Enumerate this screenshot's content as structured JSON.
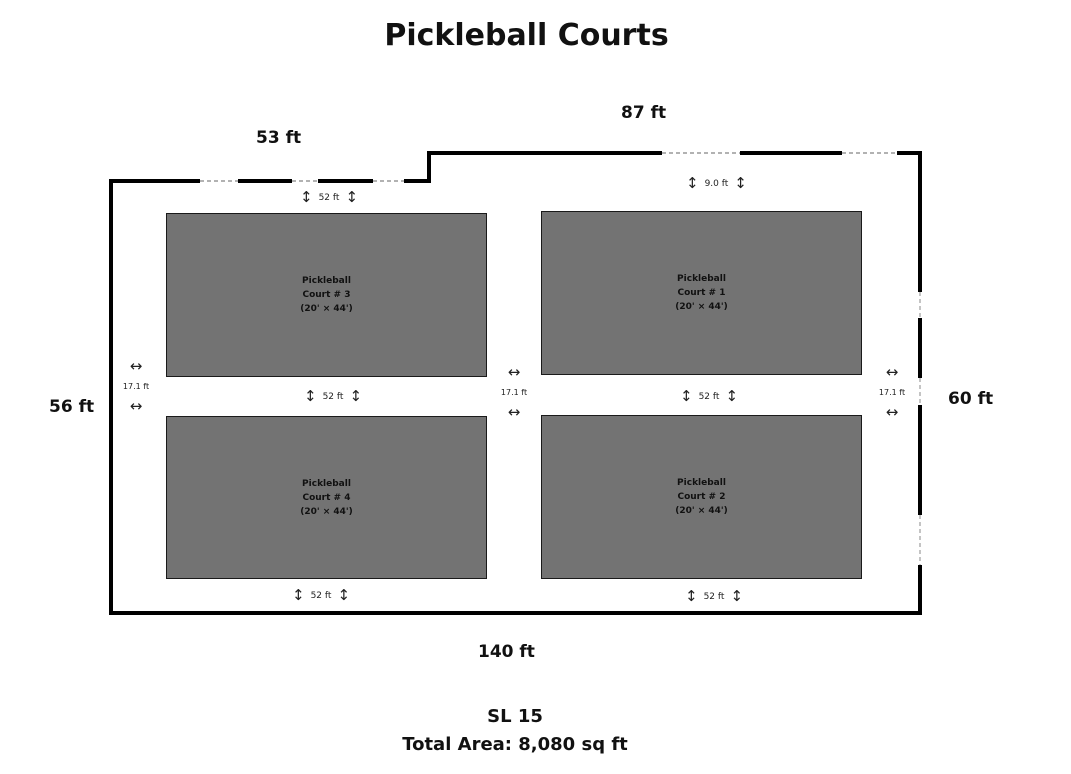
{
  "title": "Pickleball Courts",
  "dimensions": {
    "top_left_width": "53 ft",
    "top_right_width": "87 ft",
    "left_height": "56 ft",
    "right_height": "60 ft",
    "bottom_width": "140 ft"
  },
  "spacing": {
    "top_left": "52 ft",
    "top_right": "9.0 ft",
    "middle_left": "52 ft",
    "middle_right": "52 ft",
    "bottom_left": "52 ft",
    "bottom_right": "52 ft",
    "side_left": "17.1 ft",
    "side_center": "17.1 ft",
    "side_right": "17.1 ft"
  },
  "courts": [
    {
      "line1": "Pickleball",
      "line2": "Court # 3",
      "line3": "(20' × 44')"
    },
    {
      "line1": "Pickleball",
      "line2": "Court # 1",
      "line3": "(20' × 44')"
    },
    {
      "line1": "Pickleball",
      "line2": "Court # 4",
      "line3": "(20' × 44')"
    },
    {
      "line1": "Pickleball",
      "line2": "Court # 2",
      "line3": "(20' × 44')"
    }
  ],
  "footer": {
    "space_label": "SL 15",
    "total_area": "Total Area: 8,080 sq ft"
  },
  "icons": {
    "vertical_arrow": "↕",
    "horizontal_arrow": "↔"
  },
  "colors": {
    "court_fill": "#737373",
    "outline": "#000000"
  }
}
